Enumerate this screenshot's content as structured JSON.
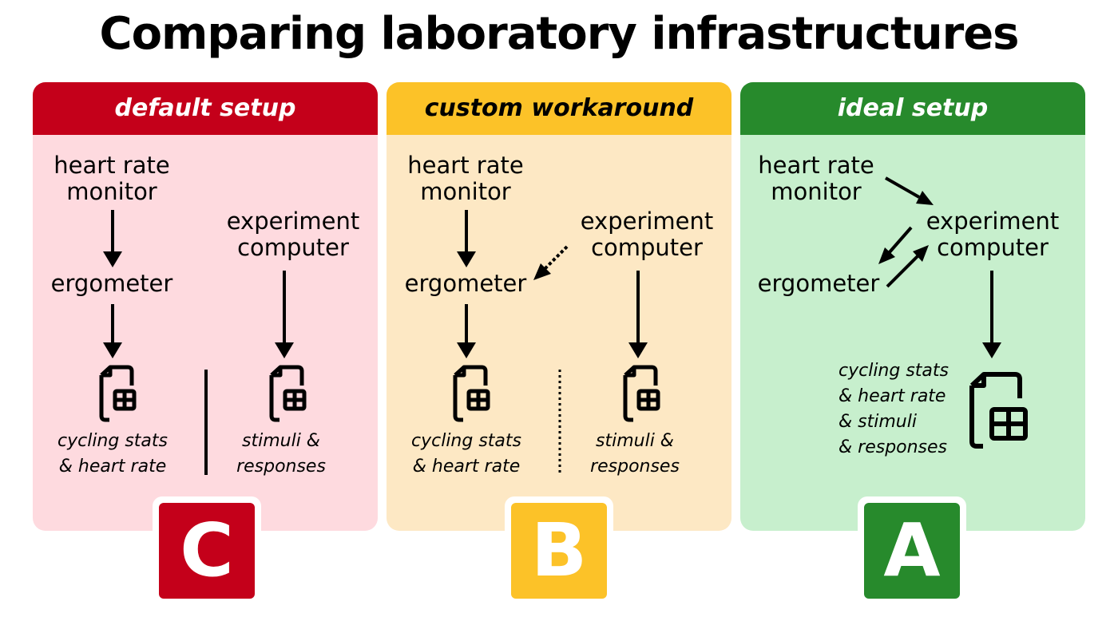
{
  "title": "Comparing laboratory infrastructures",
  "colors": {
    "red": "#c4001a",
    "red_bg": "#fedadf",
    "yellow": "#fcc228",
    "yellow_bg": "#fde8c4",
    "green": "#278a2c",
    "green_bg": "#c7efcd"
  },
  "panels": [
    {
      "header": "default setup",
      "heart_rate_monitor": "heart rate monitor",
      "experiment_computer": "experiment computer",
      "ergometer": "ergometer",
      "file_left_caption_1": "cycling stats",
      "file_left_caption_2": "& heart rate",
      "file_right_caption_1": "stimuli &",
      "file_right_caption_2": "responses",
      "grade": "C",
      "icon_left": "spreadsheet-file-icon",
      "icon_right": "spreadsheet-file-icon"
    },
    {
      "header": "custom workaround",
      "heart_rate_monitor": "heart rate monitor",
      "experiment_computer": "experiment computer",
      "ergometer": "ergometer",
      "file_left_caption_1": "cycling stats",
      "file_left_caption_2": "& heart rate",
      "file_right_caption_1": "stimuli &",
      "file_right_caption_2": "responses",
      "grade": "B",
      "icon_left": "spreadsheet-file-icon",
      "icon_right": "spreadsheet-file-icon"
    },
    {
      "header": "ideal setup",
      "heart_rate_monitor": "heart rate monitor",
      "experiment_computer": "experiment computer",
      "ergometer": "ergometer",
      "file_caption_1": "cycling stats",
      "file_caption_2": "& heart rate",
      "file_caption_3": "& stimuli",
      "file_caption_4": "& responses",
      "grade": "A",
      "icon": "spreadsheet-file-icon"
    }
  ]
}
